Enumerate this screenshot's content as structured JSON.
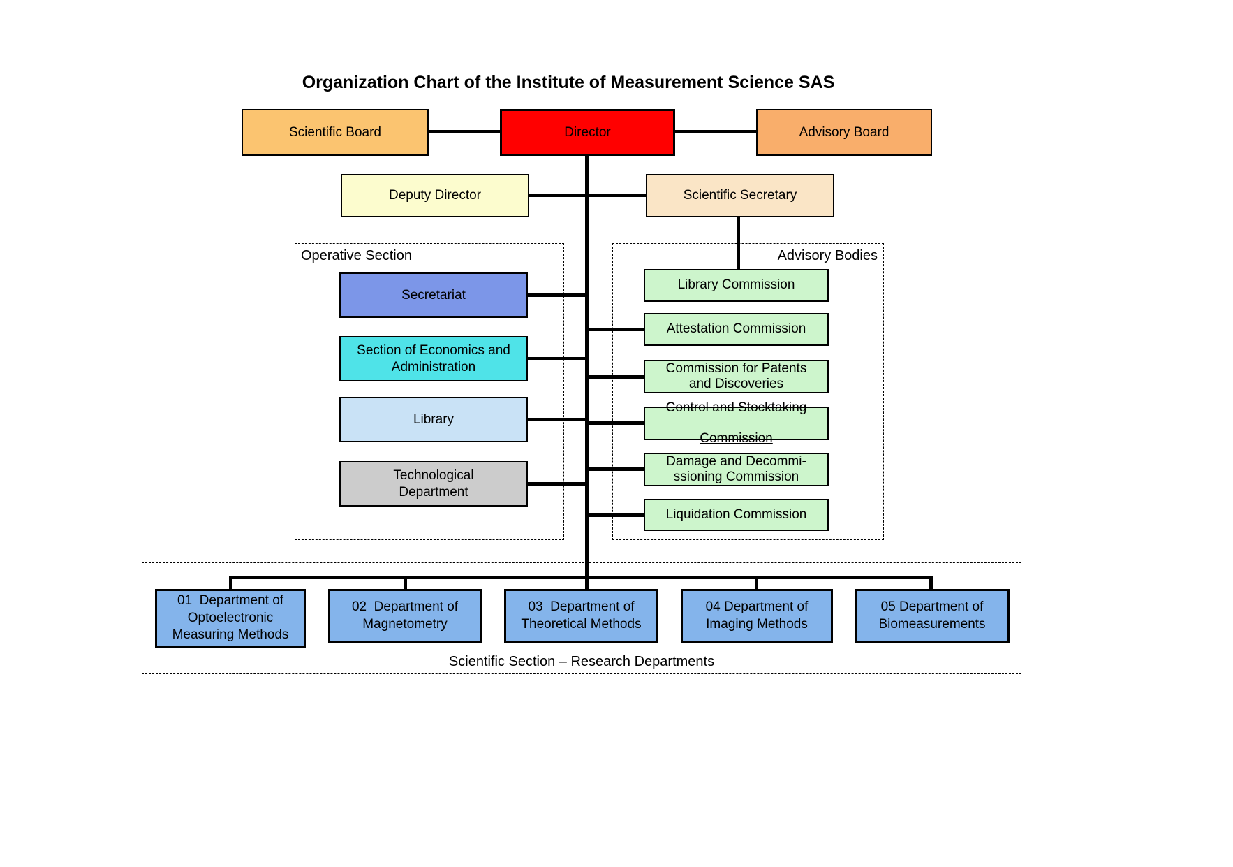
{
  "title": "Organization Chart of the Institute of Measurement Science SAS",
  "palette": {
    "scientific_board": "#FBC470",
    "director": "#FF0000",
    "advisory_board": "#F9AE6B",
    "deputy_director": "#FCFCCE",
    "scientific_secretary": "#FAE5C6",
    "secretariat": "#7C96E8",
    "economics_section": "#4FE3E8",
    "library": "#C9E2F6",
    "technological_department": "#CCCCCC",
    "commission": "#CDF5CC",
    "department": "#84B4EB",
    "connector": "#000000"
  },
  "top": {
    "scientific_board": "Scientific Board",
    "director": "Director",
    "advisory_board": "Advisory Board",
    "deputy_director": "Deputy Director",
    "scientific_secretary": "Scientific Secretary"
  },
  "operative_section": {
    "label": "Operative Section",
    "items": [
      {
        "label": "Secretariat"
      },
      {
        "label": "Section of Economics and\nAdministration"
      },
      {
        "label": "Library"
      },
      {
        "label": "Technological\nDepartment"
      }
    ]
  },
  "advisory_bodies": {
    "label": "Advisory Bodies",
    "items": [
      {
        "label": "Library Commission"
      },
      {
        "label": "Attestation Commission"
      },
      {
        "label": "Commission for Patents\nand Discoveries"
      },
      {
        "line1": "Control and Stocktaking",
        "line2": "Commission"
      },
      {
        "label": "Damage and Decommi-\nssioning Commission"
      },
      {
        "label": "Liquidation Commission"
      }
    ]
  },
  "scientific_section": {
    "label": "Scientific Section – Research Departments",
    "departments": [
      {
        "label": "01  Department of\nOptoelectronic\nMeasuring Methods"
      },
      {
        "label": "02  Department of\nMagnetometry"
      },
      {
        "label": "03  Department of\nTheoretical Methods"
      },
      {
        "label": "04 Department of\nImaging Methods"
      },
      {
        "label": "05 Department of\nBiomeasurements"
      }
    ]
  }
}
